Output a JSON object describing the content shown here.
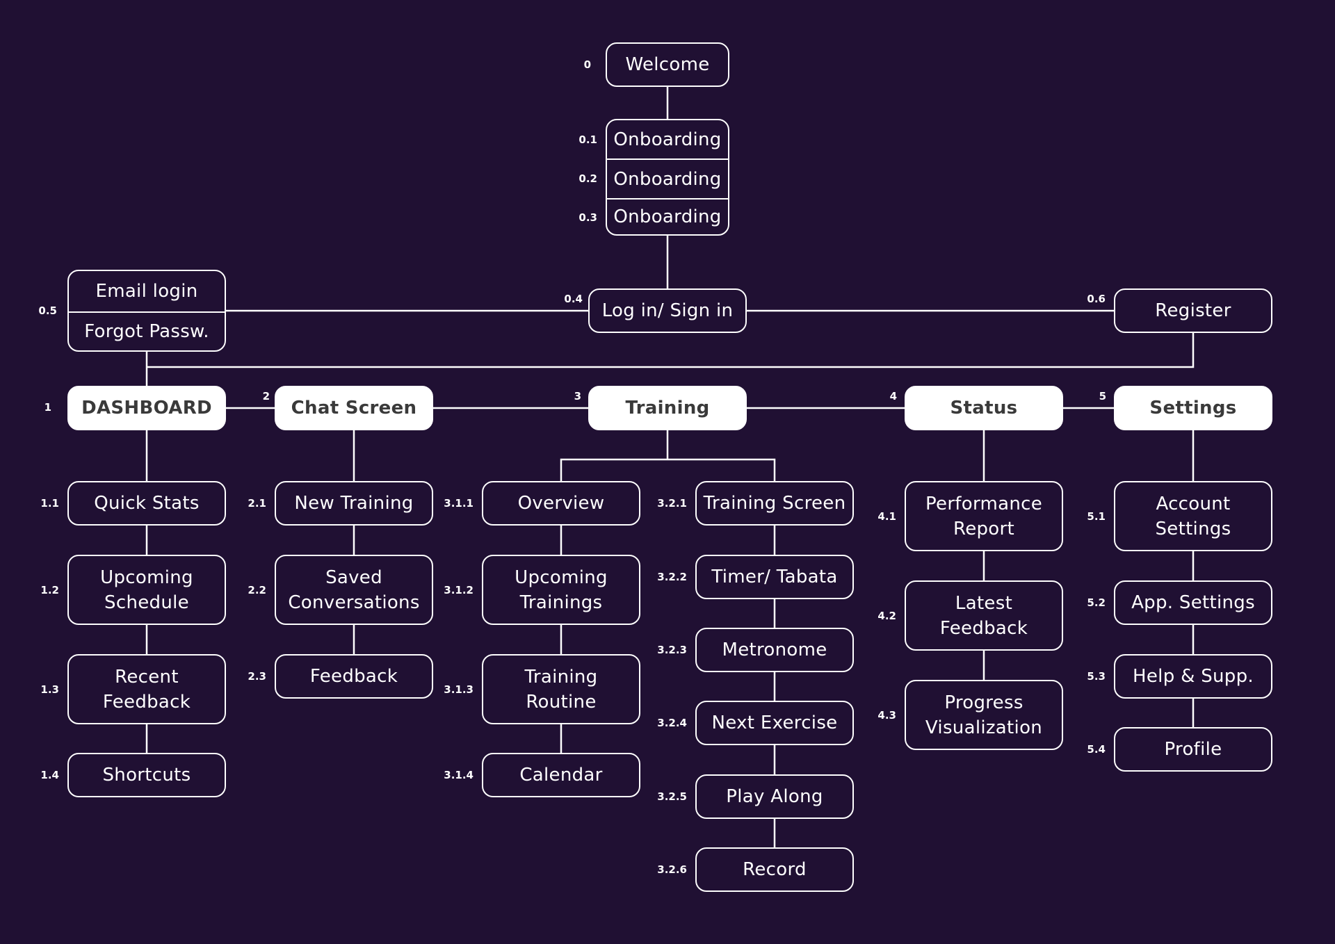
{
  "colors": {
    "background": "#201033",
    "line": "#ffffff",
    "main_fill": "#ffffff",
    "main_text": "#3a3a3a"
  },
  "nodes": {
    "welcome": {
      "num": "0",
      "label": "Welcome"
    },
    "onboarding": {
      "cells": [
        {
          "num": "0.1",
          "label": "Onboarding"
        },
        {
          "num": "0.2",
          "label": "Onboarding"
        },
        {
          "num": "0.3",
          "label": "Onboarding"
        }
      ]
    },
    "login": {
      "num": "0.4",
      "label": "Log in/ Sign in"
    },
    "email_group": {
      "num": "0.5",
      "cells": [
        {
          "label": "Email login"
        },
        {
          "label": "Forgot Passw."
        }
      ]
    },
    "register": {
      "num": "0.6",
      "label": "Register"
    },
    "dashboard": {
      "num": "1",
      "label": "DASHBOARD"
    },
    "chat": {
      "num": "2",
      "label": "Chat Screen"
    },
    "training": {
      "num": "3",
      "label": "Training"
    },
    "status": {
      "num": "4",
      "label": "Status"
    },
    "settings": {
      "num": "5",
      "label": "Settings"
    },
    "quick_stats": {
      "num": "1.1",
      "label": "Quick Stats"
    },
    "upcoming_schedule": {
      "num": "1.2",
      "label": "Upcoming\nSchedule"
    },
    "recent_feedback": {
      "num": "1.3",
      "label": "Recent\nFeedback"
    },
    "shortcuts": {
      "num": "1.4",
      "label": "Shortcuts"
    },
    "new_training": {
      "num": "2.1",
      "label": "New Training"
    },
    "saved_conversations": {
      "num": "2.2",
      "label": "Saved\nConversations"
    },
    "feedback": {
      "num": "2.3",
      "label": "Feedback"
    },
    "overview": {
      "num": "3.1.1",
      "label": "Overview"
    },
    "upcoming_trainings": {
      "num": "3.1.2",
      "label": "Upcoming\nTrainings"
    },
    "training_routine": {
      "num": "3.1.3",
      "label": "Training\nRoutine"
    },
    "calendar": {
      "num": "3.1.4",
      "label": "Calendar"
    },
    "training_screen": {
      "num": "3.2.1",
      "label": "Training Screen"
    },
    "timer_tabata": {
      "num": "3.2.2",
      "label": "Timer/ Tabata"
    },
    "metronome": {
      "num": "3.2.3",
      "label": "Metronome"
    },
    "next_exercise": {
      "num": "3.2.4",
      "label": "Next Exercise"
    },
    "play_along": {
      "num": "3.2.5",
      "label": "Play Along"
    },
    "record": {
      "num": "3.2.6",
      "label": "Record"
    },
    "performance_report": {
      "num": "4.1",
      "label": "Performance\nReport"
    },
    "latest_feedback": {
      "num": "4.2",
      "label": "Latest\nFeedback"
    },
    "progress_visualization": {
      "num": "4.3",
      "label": "Progress\nVisualization"
    },
    "account_settings": {
      "num": "5.1",
      "label": "Account\nSettings"
    },
    "app_settings": {
      "num": "5.2",
      "label": "App. Settings"
    },
    "help_support": {
      "num": "5.3",
      "label": "Help & Supp."
    },
    "profile": {
      "num": "5.4",
      "label": "Profile"
    }
  }
}
